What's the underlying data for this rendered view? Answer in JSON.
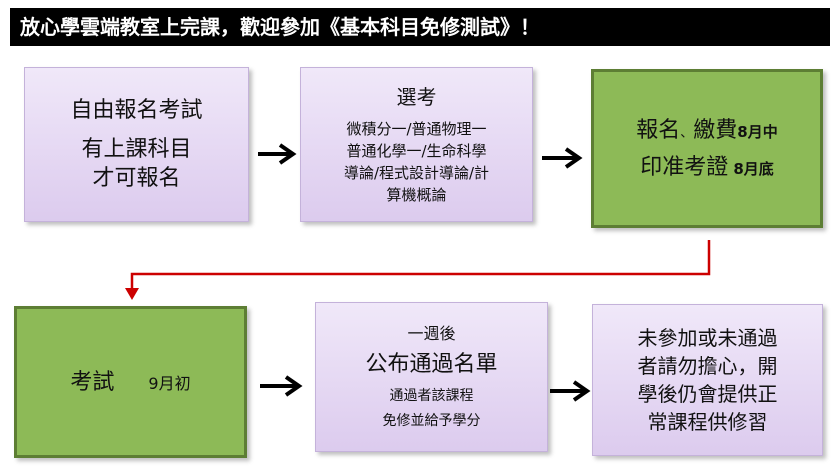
{
  "title": "放心學雲端教室上完課，歡迎參加《基本科目免修測試》！",
  "box1": {
    "line1": "自由報名考試",
    "line2": "有上課科目",
    "line3": "才可報名"
  },
  "box2": {
    "heading": "選考",
    "line1": "微積分一/普通物理一",
    "line2": "普通化學一/生命科學",
    "line3": "導論/程式設計導論/計",
    "line4": "算機概論"
  },
  "box3": {
    "line1_main": "報名",
    "line1_sep": "、",
    "line1_main2": "繳費",
    "line1_date": "8月中",
    "line2_main": "印准考證",
    "line2_date": "8月底"
  },
  "box4": {
    "main": "考試",
    "date": "9月初"
  },
  "box5": {
    "line1": "一週後",
    "line2": "公布通過名單",
    "line3": "通過者該課程",
    "line4": "免修並給予學分"
  },
  "box6": {
    "line1": "未參加或未通過",
    "line2": "者請勿擔心，開",
    "line3": "學後仍會提供正",
    "line4": "常課程供修習"
  },
  "colors": {
    "purple_fill": "#dccbee",
    "green_fill": "#8dba57",
    "connector": "#cc0000",
    "arrow": "#000000"
  }
}
